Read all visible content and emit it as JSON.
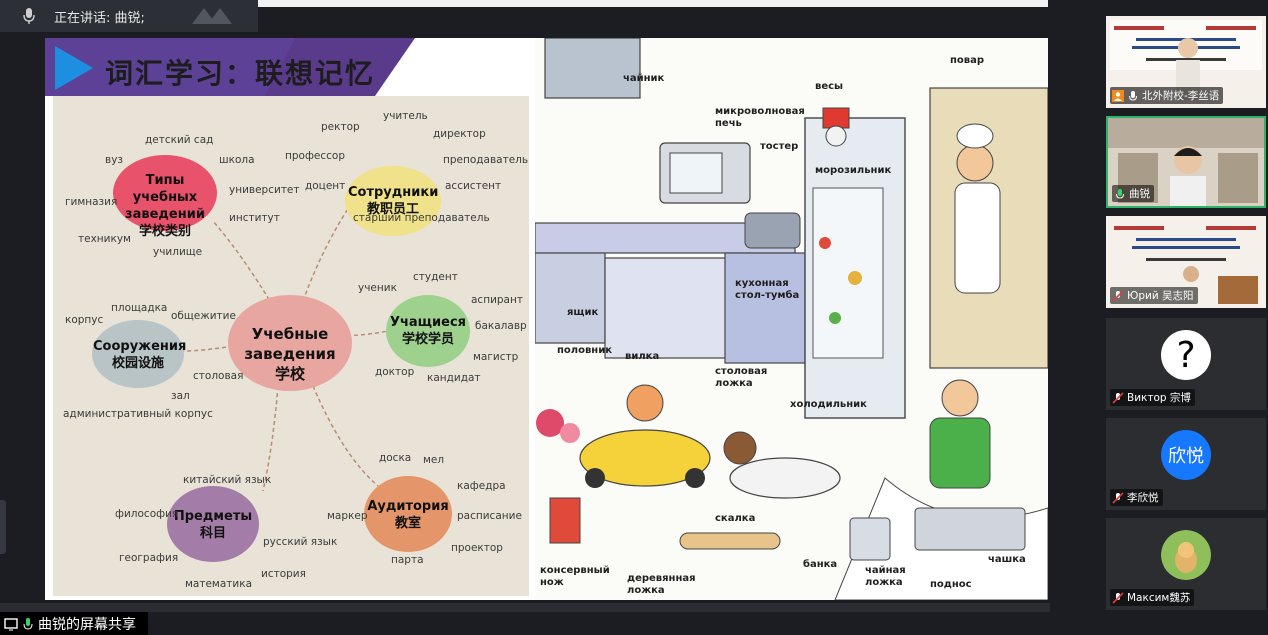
{
  "speaking": {
    "text": "正在讲话: 曲锐;"
  },
  "slide": {
    "title": "词汇学习：联想记忆",
    "mindmap": {
      "center": {
        "ru": "Учебные заведения",
        "zh": "学校"
      },
      "blobs": [
        {
          "ru": "Типы учебных заведений",
          "zh": "学校类别"
        },
        {
          "ru": "Сотрудники",
          "zh": "教职员工"
        },
        {
          "ru": "Учащиеся",
          "zh": "学校学员"
        },
        {
          "ru": "Сооружения",
          "zh": "校园设施"
        },
        {
          "ru": "Предметы",
          "zh": "科目"
        },
        {
          "ru": "Аудитория",
          "zh": "教室"
        }
      ],
      "words": {
        "vuz": "вуз",
        "detsad": "детский сад",
        "shkola": "школа",
        "gimnazia": "гимназия",
        "universitet": "университет",
        "institut": "институт",
        "tehnikum": "техникум",
        "uchilishe": "училище",
        "rektor": "ректор",
        "uchitel": "учитель",
        "professor": "профессор",
        "direktor": "директор",
        "prepodavatel": "преподаватель",
        "dotsent": "доцент",
        "assistent": "ассистент",
        "starshiy": "старший преподаватель",
        "student": "студент",
        "uchenik": "ученик",
        "aspirant": "аспирант",
        "bakalavr": "бакалавр",
        "magistr": "магистр",
        "doktor": "доктор",
        "kandidat": "кандидат",
        "korpus": "корпус",
        "ploshadka": "площадка",
        "obshezhitie": "общежитие",
        "stolovaya": "столовая",
        "zal": "зал",
        "admin": "административный корпус",
        "kitayskiy": "китайский язык",
        "filosofiya": "философия",
        "geografiya": "география",
        "matematika": "математика",
        "russkiy": "русский язык",
        "istoriya": "история",
        "doska": "доска",
        "mel": "мел",
        "kafedra": "кафедра",
        "marker": "маркер",
        "raspisanie": "расписание",
        "proektor": "проектор",
        "parta": "парта"
      }
    },
    "kitchen": {
      "chaynik": "чайник",
      "mikrovolnovaya": "микроволновая печь",
      "vesy": "весы",
      "tostor": "тостер",
      "morozilnik": "морозильник",
      "povar": "повар",
      "kuhonnaya": "кухонная стол-тумба",
      "yashik": "ящик",
      "polovnik": "половник",
      "vilka": "вилка",
      "stolovaya_lozhka": "столовая ложка",
      "holodilnik": "холодильник",
      "skalka": "скалка",
      "konservnyy": "консервный нож",
      "derevyannaya": "деревянная ложка",
      "banka": "банка",
      "chaynaya": "чайная ложка",
      "podnos": "поднос",
      "chashka": "чашка"
    }
  },
  "participants": [
    {
      "name": "北外附校-李丝语",
      "type": "video",
      "mic": "on"
    },
    {
      "name": "曲锐",
      "type": "video",
      "mic": "active"
    },
    {
      "name": "Юрий 吴志阳",
      "type": "video",
      "mic": "muted"
    },
    {
      "name": "Виктор 宗博",
      "type": "avatar",
      "avatar_text": "?",
      "avatar_color": "#ffffff",
      "mic": "muted"
    },
    {
      "name": "李欣悦",
      "type": "avatar",
      "avatar_text": "欣悦",
      "avatar_color": "#1677ff",
      "mic": "muted"
    },
    {
      "name": "Максим魏苏",
      "type": "photo",
      "avatar_color": "#8fbf5a",
      "mic": "muted"
    }
  ],
  "share": {
    "text": "曲锐的屏幕共享"
  }
}
